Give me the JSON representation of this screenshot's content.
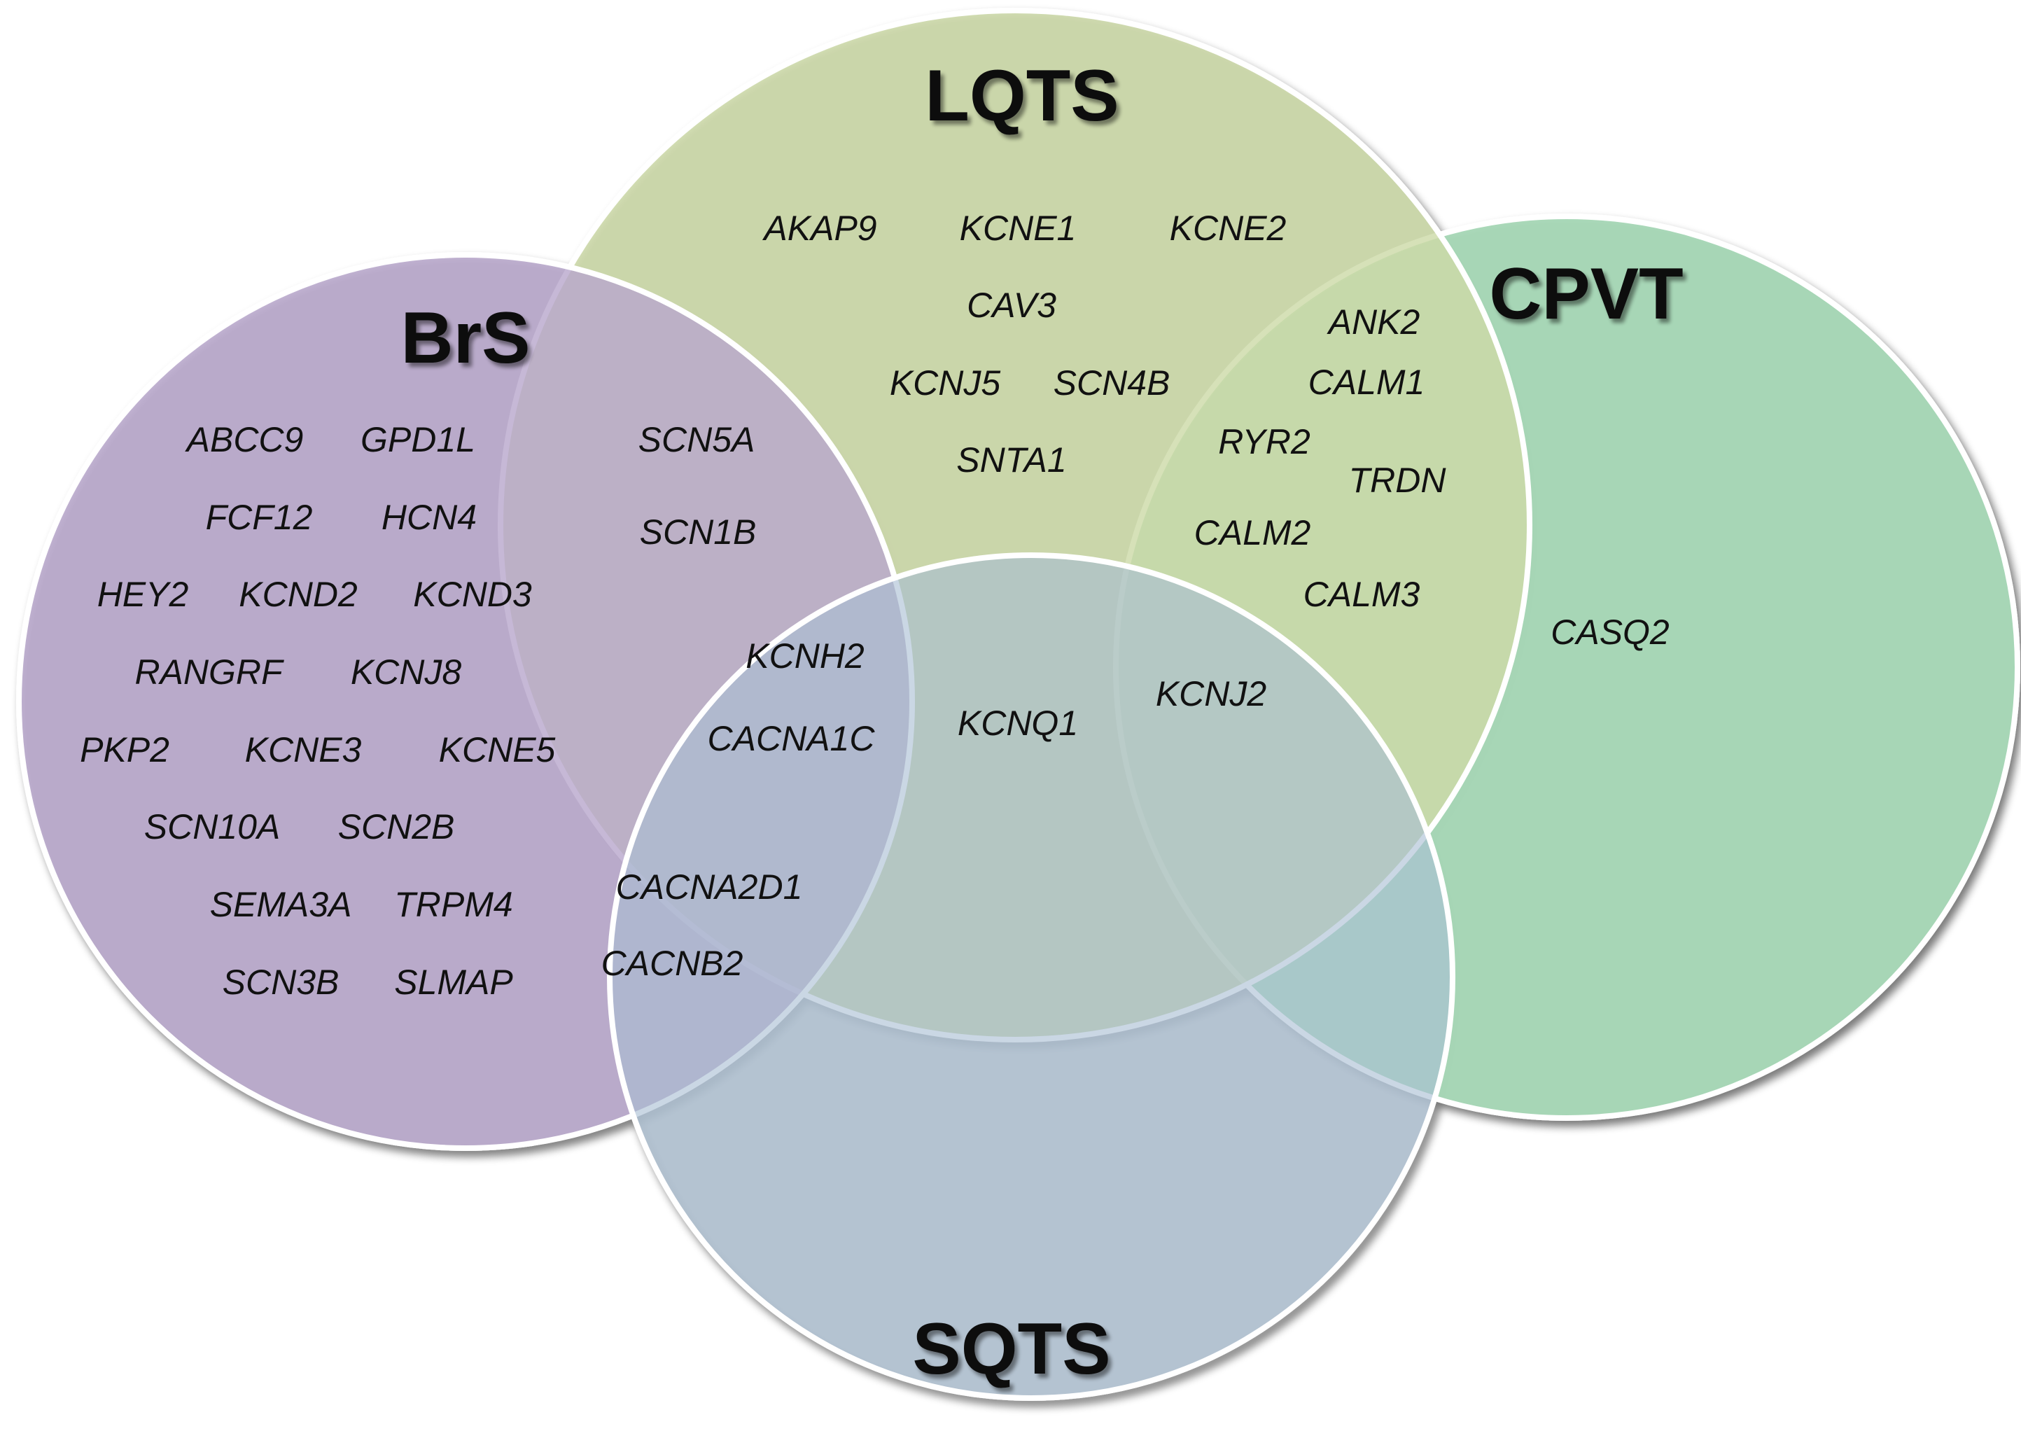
{
  "sets": [
    {
      "id": "brs",
      "label": "BrS",
      "color": "#b9a8cd"
    },
    {
      "id": "lqts",
      "label": "LQTS",
      "color": "#cddba8"
    },
    {
      "id": "cpvt",
      "label": "CPVT",
      "color": "#a6d8b6"
    },
    {
      "id": "sqts",
      "label": "SQTS",
      "color": "#a9bfd3"
    }
  ],
  "regions": {
    "brs_only": [
      "ABCC9",
      "GPD1L",
      "FCF12",
      "HCN4",
      "HEY2",
      "KCND2",
      "KCND3",
      "RANGRF",
      "KCNJ8",
      "PKP2",
      "KCNE3",
      "KCNE5",
      "SCN10A",
      "SCN2B",
      "SEMA3A",
      "TRPM4",
      "SCN3B",
      "SLMAP"
    ],
    "brs_lqts": [
      "SCN5A",
      "SCN1B"
    ],
    "brs_lqts_sqts": [
      "KCNH2",
      "CACNA1C"
    ],
    "brs_sqts": [
      "CACNA2D1",
      "CACNB2"
    ],
    "lqts_only": [
      "AKAP9",
      "KCNE1",
      "KCNE2",
      "CAV3",
      "KCNJ5",
      "SCN4B",
      "SNTA1"
    ],
    "lqts_sqts": [
      "KCNQ1"
    ],
    "lqts_cpvt": [
      "ANK2",
      "CALM1",
      "RYR2",
      "TRDN",
      "CALM2",
      "CALM3"
    ],
    "lqts_cpvt_sqts": [
      "KCNJ2"
    ],
    "cpvt_only": [
      "CASQ2"
    ]
  }
}
